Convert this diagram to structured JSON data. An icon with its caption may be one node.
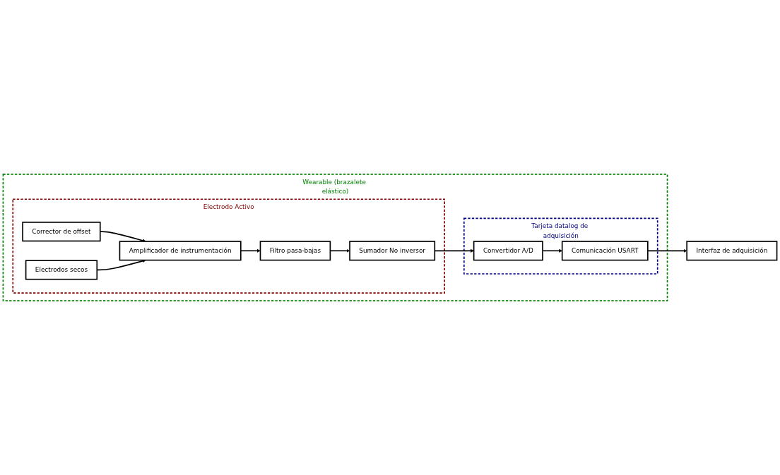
{
  "diagram": {
    "nodes": [
      {
        "text": [
          "Wearable (brazalete elástico)"
        ]
      },
      {
        "text": [
          "Electrodo Activo"
        ],
        "in": 0
      },
      {
        "text": [
          "Corrector de offset"
        ],
        "in": 1
      },
      {
        "text": [
          "Electrodos secos"
        ],
        "in": 1
      },
      {
        "text": [
          "Amplificador de instrumentación"
        ],
        "in": 1
      },
      {
        "text": [
          "Filtro pasa-bajas"
        ],
        "in": 1
      },
      {
        "text": [
          "Sumador No inversor"
        ],
        "in": 1
      },
      {
        "text": [
          "Tarjeta datalog de adquisición"
        ],
        "in": 0
      },
      {
        "text": [
          "Convertidor A/D"
        ],
        "in": 7
      },
      {
        "text": [
          "Comunicación USART"
        ],
        "in": 7
      },
      {
        "text": [
          "Interfaz de adquisición"
        ]
      }
    ],
    "edges": [
      {
        "from": 2,
        "to": 4,
        "arrow": "to"
      },
      {
        "from": 3,
        "to": 4,
        "arrow": "to"
      },
      {
        "from": 4,
        "to": 5,
        "arrow": "to"
      },
      {
        "from": 5,
        "to": 6,
        "arrow": "to"
      },
      {
        "from": 6,
        "to": 8,
        "arrow": "to"
      },
      {
        "from": 8,
        "to": 9,
        "arrow": "to"
      },
      {
        "from": 9,
        "to": 10,
        "arrow": "to"
      }
    ]
  }
}
